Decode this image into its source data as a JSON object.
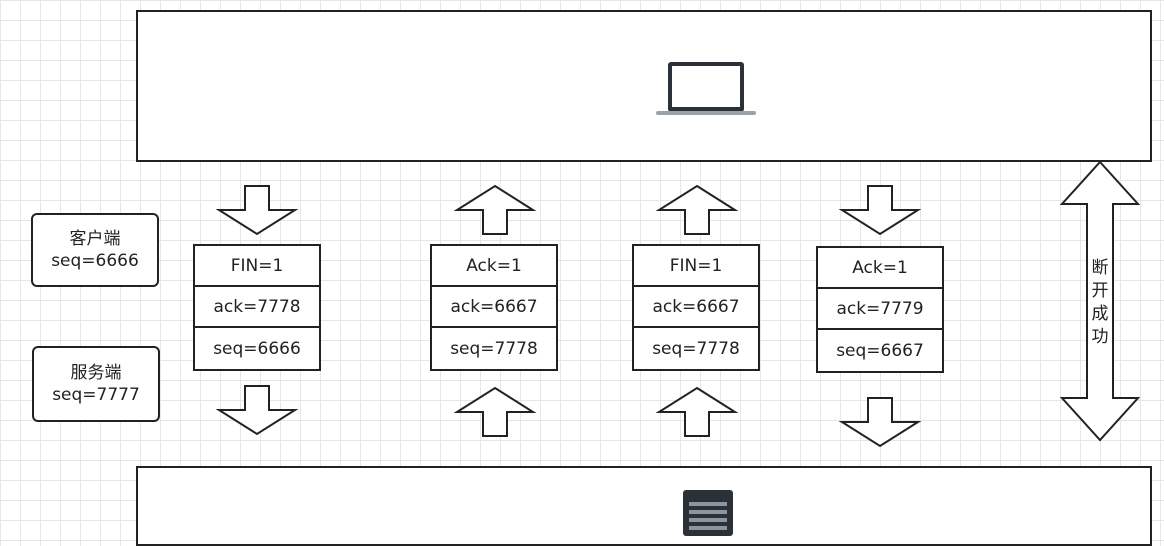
{
  "client_label": {
    "title": "客户端",
    "seq": "seq=6666"
  },
  "server_label": {
    "title": "服务端",
    "seq": "seq=7777"
  },
  "packets": [
    {
      "flag": "FIN=1",
      "ack": "ack=7778",
      "seq": "seq=6666"
    },
    {
      "flag": "Ack=1",
      "ack": "ack=6667",
      "seq": "seq=7778"
    },
    {
      "flag": "FIN=1",
      "ack": "ack=6667",
      "seq": "seq=7778"
    },
    {
      "flag": "Ack=1",
      "ack": "ack=7779",
      "seq": "seq=6667"
    }
  ],
  "status": {
    "chars": [
      "断",
      "开",
      "成",
      "功"
    ]
  },
  "icons": {
    "top": "laptop-icon",
    "bottom": "server-icon"
  }
}
